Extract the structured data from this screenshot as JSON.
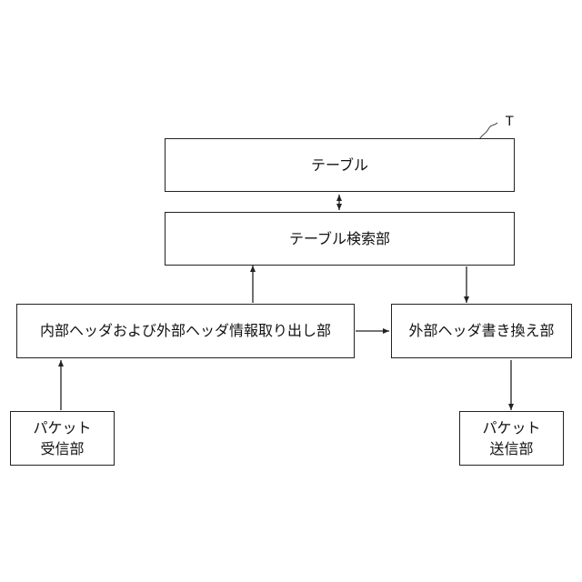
{
  "nodes": {
    "table": "テーブル",
    "table_search": "テーブル検索部",
    "extract": "内部ヘッダおよび外部ヘッダ情報取り出し部",
    "rewrite": "外部ヘッダ書き換え部",
    "receive": "パケット\n受信部",
    "send": "パケット\n送信部"
  },
  "ref_tag": "T"
}
